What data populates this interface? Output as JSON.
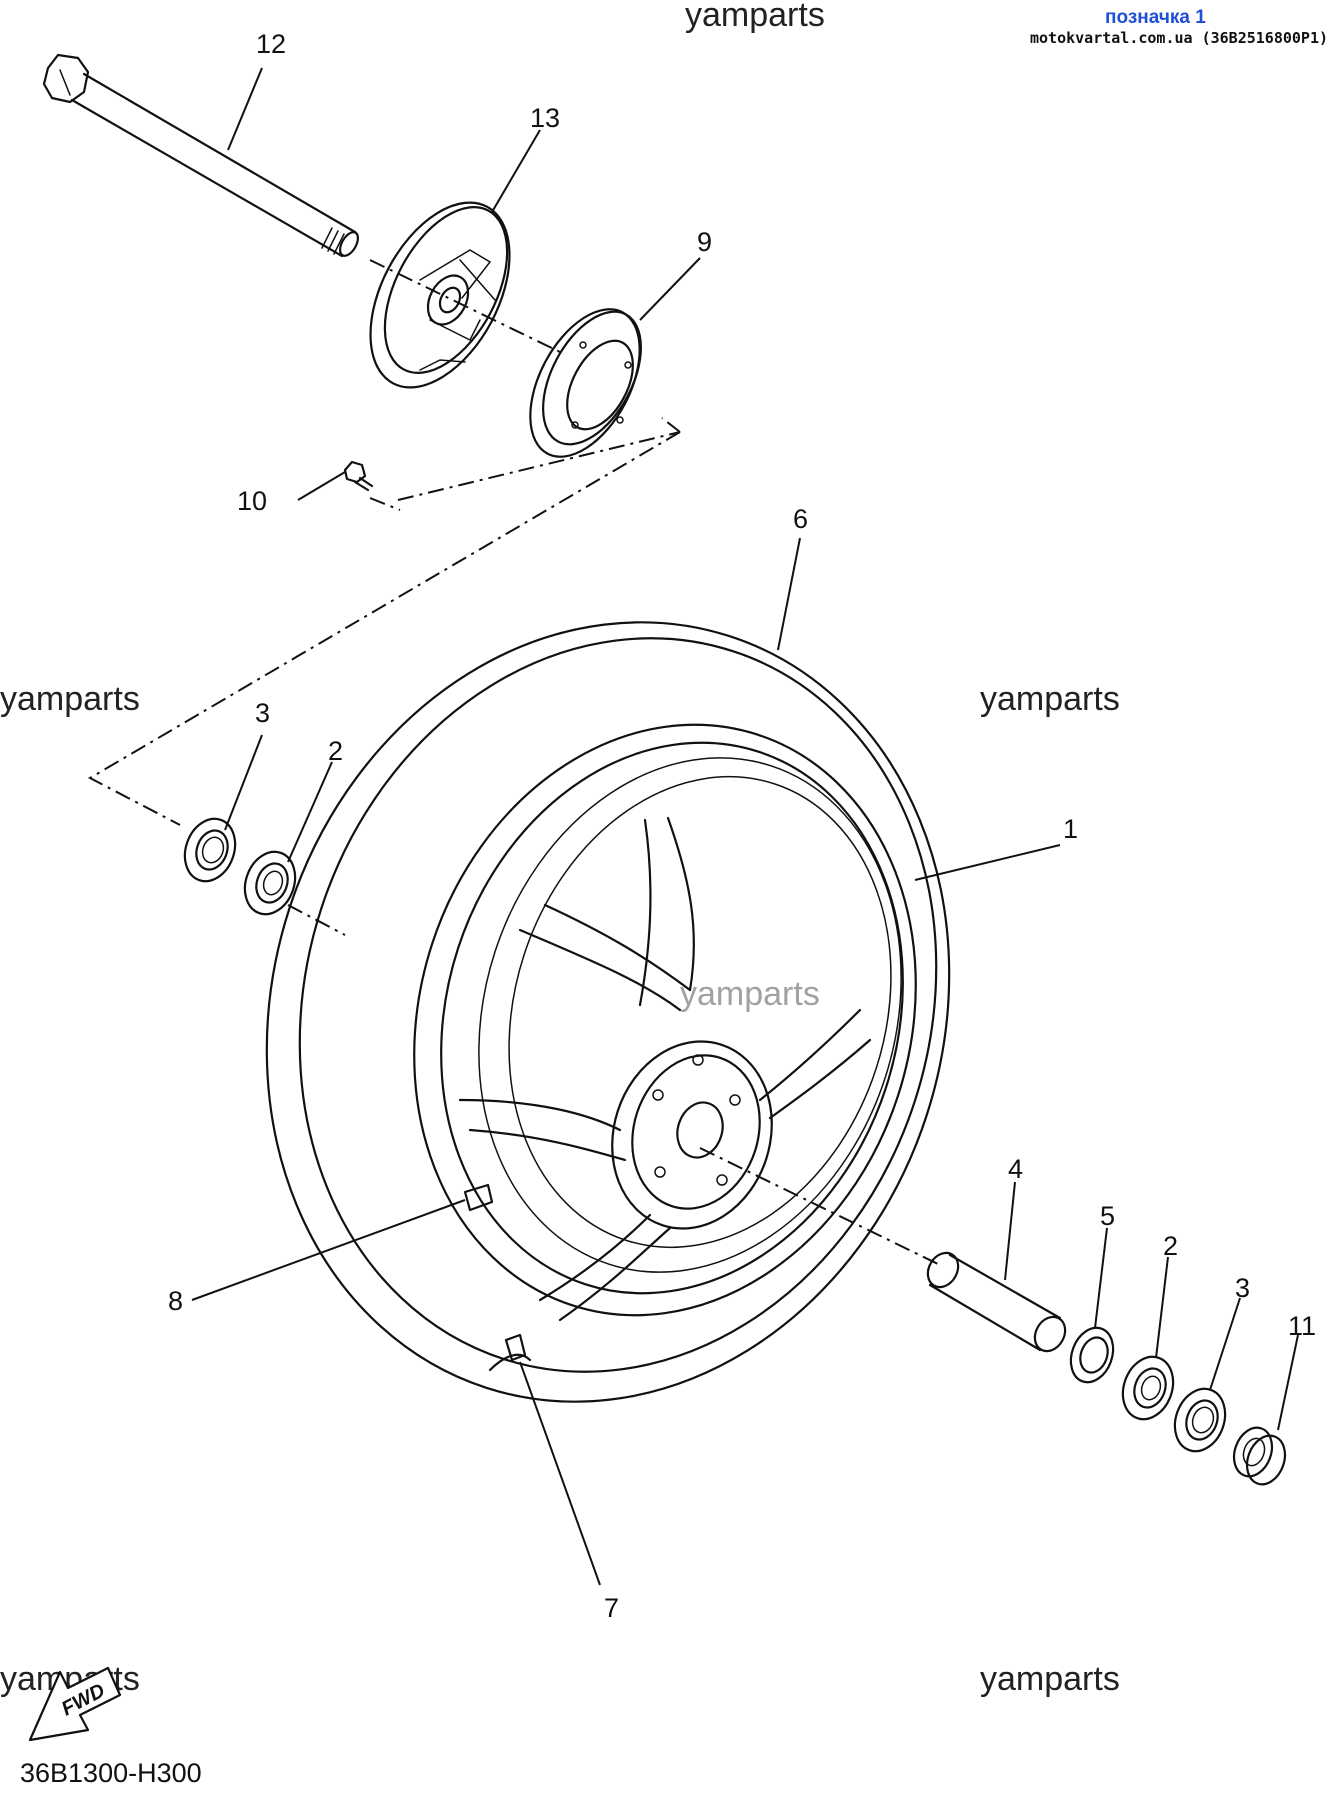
{
  "header": {
    "label": "позначка 1",
    "source": "motokvartal.com.ua (36B2516800P1)"
  },
  "watermarks": {
    "top": "yamparts",
    "mid_left": "yamparts",
    "mid_right": "yamparts",
    "center": "yamparts",
    "bottom_left": "yamparts",
    "bottom_right": "yamparts"
  },
  "callouts": {
    "c1": "1",
    "c2a": "2",
    "c2b": "2",
    "c3a": "3",
    "c3b": "3",
    "c4": "4",
    "c5": "5",
    "c6": "6",
    "c7": "7",
    "c8": "8",
    "c9": "9",
    "c10": "10",
    "c11": "11",
    "c12": "12",
    "c13": "13"
  },
  "fwd_marker": "FWD",
  "diagram_code": "36B1300-H300"
}
